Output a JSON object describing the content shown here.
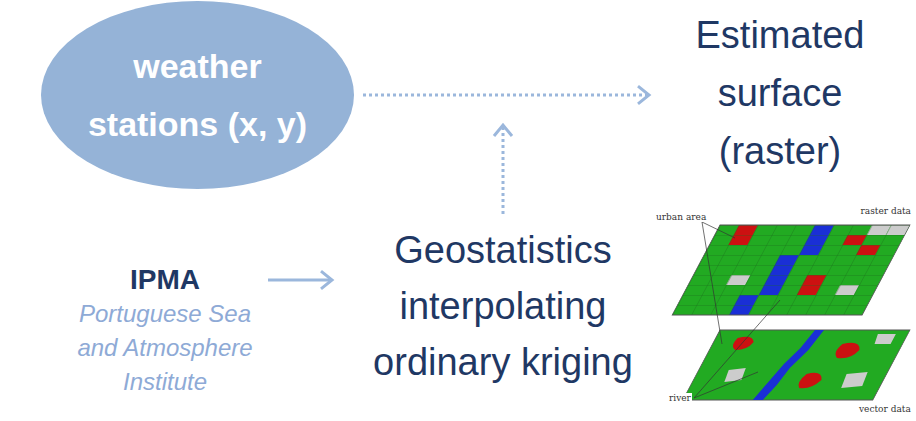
{
  "diagram": {
    "nodes": [
      {
        "text": [
          "weather stations (x, y)"
        ]
      },
      {
        "text": [
          "IPMA",
          "Portuguese Sea and Atmosphere Institute"
        ]
      },
      {
        "text": [
          "Geostatistics interpolating ordinary kriging"
        ]
      },
      {
        "text": [
          "Estimated surface (raster)"
        ]
      }
    ],
    "edges": [
      {
        "from": 0,
        "to": 3,
        "arrow": "to"
      },
      {
        "from": 1,
        "to": 2,
        "arrow": "to"
      }
    ],
    "labels": [
      "raster data",
      "urban area",
      "river",
      "vector data"
    ]
  }
}
